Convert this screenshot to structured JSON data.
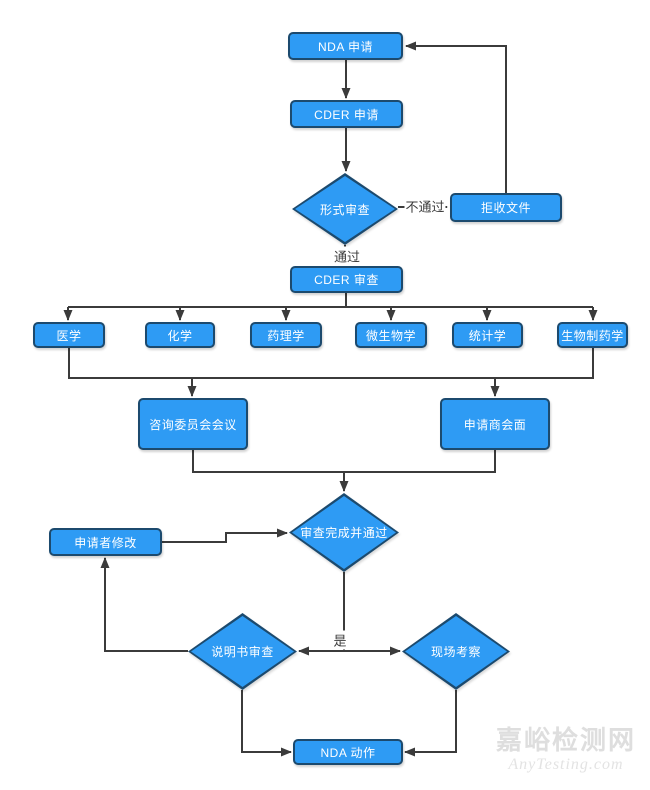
{
  "nodes": {
    "nda_application": {
      "label": "NDA 申请"
    },
    "cder_application": {
      "label": "CDER 申请"
    },
    "formal_review": {
      "label": "形式审查"
    },
    "reject_documents": {
      "label": "拒收文件"
    },
    "cder_review": {
      "label": "CDER 审查"
    },
    "medicine": {
      "label": "医学"
    },
    "chemistry": {
      "label": "化学"
    },
    "pharmacology": {
      "label": "药理学"
    },
    "microbiology": {
      "label": "微生物学"
    },
    "statistics": {
      "label": "统计学"
    },
    "biopharmaceutics": {
      "label": "生物制药学"
    },
    "advisory_committee_meeting": {
      "label": "咨询委员会会议"
    },
    "applicant_meeting": {
      "label": "申请商会面"
    },
    "applicant_revision": {
      "label": "申请者修改"
    },
    "review_complete_pass": {
      "label": "审查完成并通过"
    },
    "instruction_review": {
      "label": "说明书审查"
    },
    "site_inspection": {
      "label": "现场考察"
    },
    "nda_action": {
      "label": "NDA 动作"
    }
  },
  "edge_labels": {
    "fail": "不通过",
    "pass": "通过",
    "yes": "是"
  },
  "watermark": {
    "line1": "嘉峪检测网",
    "line2": "AnyTesting.com"
  },
  "colors": {
    "node_fill": "#2E9BF4",
    "node_border": "#1C4A6E",
    "line": "#3B3B3B",
    "watermark": "#DEDEDE"
  }
}
